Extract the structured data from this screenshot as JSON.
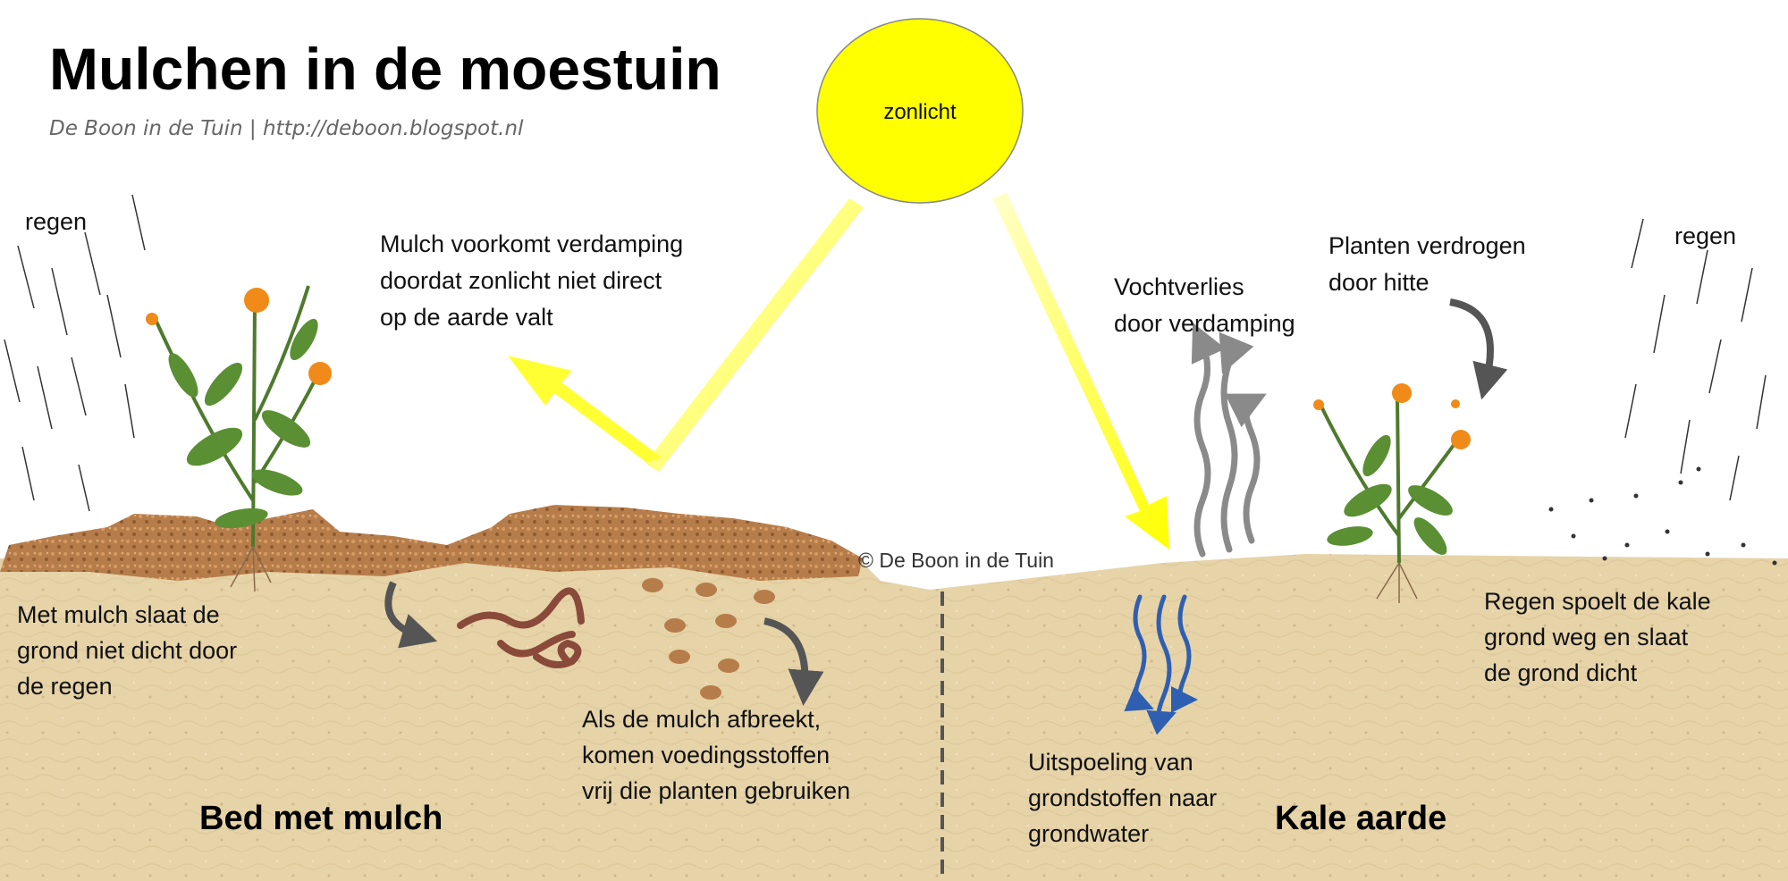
{
  "header": {
    "title": "Mulchen in de moestuin",
    "subtitle": "De Boon in de Tuin | http://deboon.blogspot.nl"
  },
  "sun": {
    "label": "zonlicht",
    "color": "#ffff00"
  },
  "labels": {
    "rain_left": "regen",
    "rain_right": "regen",
    "mulch_prevents": [
      "Mulch voorkomt verdamping",
      "doordat zonlicht niet direct",
      "op de aarde valt"
    ],
    "moisture_loss": [
      "Vochtverlies",
      "door verdamping"
    ],
    "plants_dry": [
      "Planten verdrogen",
      "door hitte"
    ],
    "copyright": "© De Boon in de Tuin",
    "mulch_no_crust": [
      "Met mulch slaat de",
      "grond niet dicht door",
      "de regen"
    ],
    "mulch_breakdown": [
      "Als de mulch afbreekt,",
      "komen voedingsstoffen",
      "vrij die planten gebruiken"
    ],
    "leaching": [
      "Uitspoeling van",
      "grondstoffen naar",
      "grondwater"
    ],
    "rain_erodes": [
      "Regen spoelt de kale",
      "grond weg en slaat",
      "de grond dicht"
    ],
    "bed_with_mulch": "Bed met mulch",
    "bare_soil": "Kale aarde"
  },
  "colors": {
    "soil": "#e6d3a8",
    "mulch": "#b27a4a",
    "sunbeam": "#ffff33",
    "leach_arrow": "#2f5fb0",
    "vapor_arrow": "#8a8a8a"
  }
}
